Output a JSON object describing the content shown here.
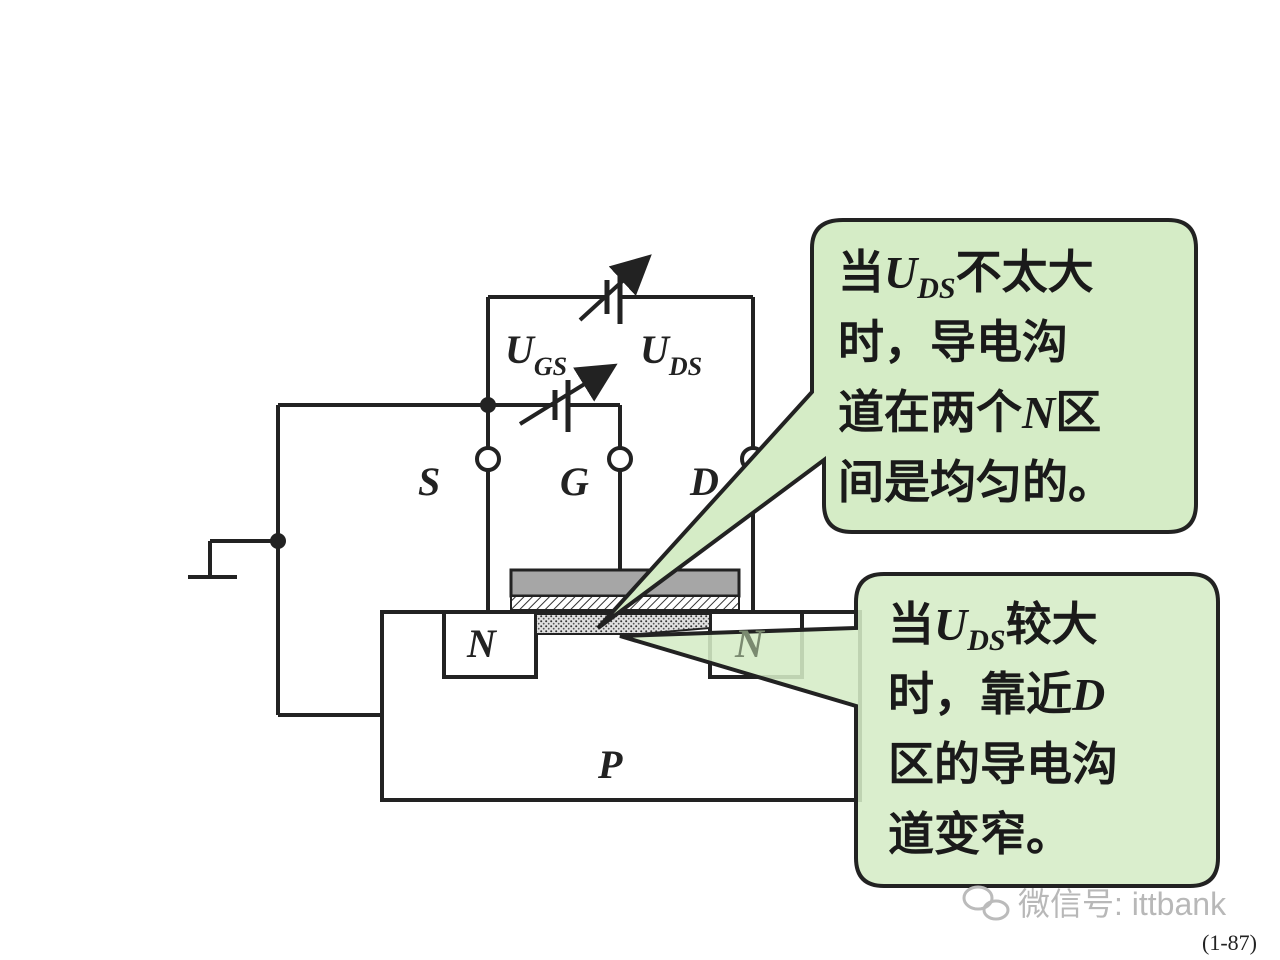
{
  "terminals": {
    "source": "S",
    "gate": "G",
    "drain": "D"
  },
  "voltages": {
    "ugs_main": "U",
    "ugs_sub": "GS",
    "uds_main": "U",
    "uds_sub": "DS"
  },
  "regions": {
    "n_left": "N",
    "n_right": "N",
    "substrate": "P"
  },
  "callout_top": {
    "line1_a": "当",
    "line1_u": "U",
    "line1_sub": "DS",
    "line1_b": "不太大",
    "line2": "时，导电沟",
    "line3_a": "道在两个",
    "line3_n": "N",
    "line3_b": "区",
    "line4": "间是均匀的。"
  },
  "callout_bottom": {
    "line1_a": "当",
    "line1_u": "U",
    "line1_sub": "DS",
    "line1_b": "较大",
    "line2_a": "时，靠近",
    "line2_d": "D",
    "line3": "区的导电沟",
    "line4": "道变窄。"
  },
  "watermark": "微信号: ittbank",
  "page_number": "(1-87)",
  "colors": {
    "callout_fill": "#d5ecc6",
    "line": "#222222",
    "gate_metal": "#a6a6a6"
  }
}
